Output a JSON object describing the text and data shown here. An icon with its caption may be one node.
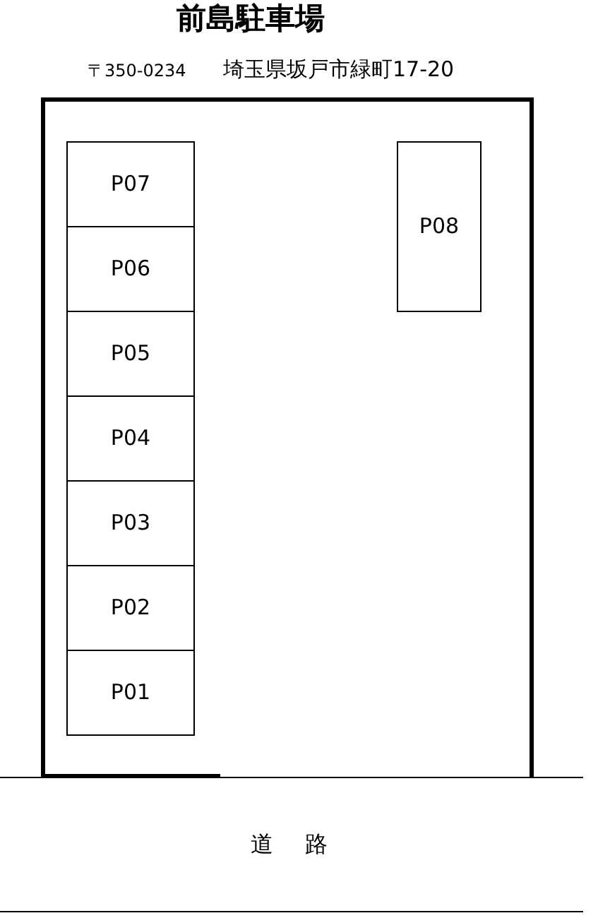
{
  "diagram": {
    "title": "前島駐車場",
    "nodes": [
      {
        "text": [],
        "shape": "box"
      },
      {
        "text": [
          "P07"
        ],
        "in": 0
      },
      {
        "text": [
          "P06"
        ],
        "in": 0
      },
      {
        "text": [
          "P05"
        ],
        "in": 0
      },
      {
        "text": [
          "P04"
        ],
        "in": 0
      },
      {
        "text": [
          "P03"
        ],
        "in": 0
      },
      {
        "text": [
          "P02"
        ],
        "in": 0
      },
      {
        "text": [
          "P01"
        ],
        "in": 0
      },
      {
        "text": [
          "P08"
        ],
        "in": 0
      },
      {
        "text": [
          "道　路"
        ]
      }
    ],
    "labels": [
      "〒350-0234",
      "埼玉県坂戸市緑町17-20"
    ]
  }
}
